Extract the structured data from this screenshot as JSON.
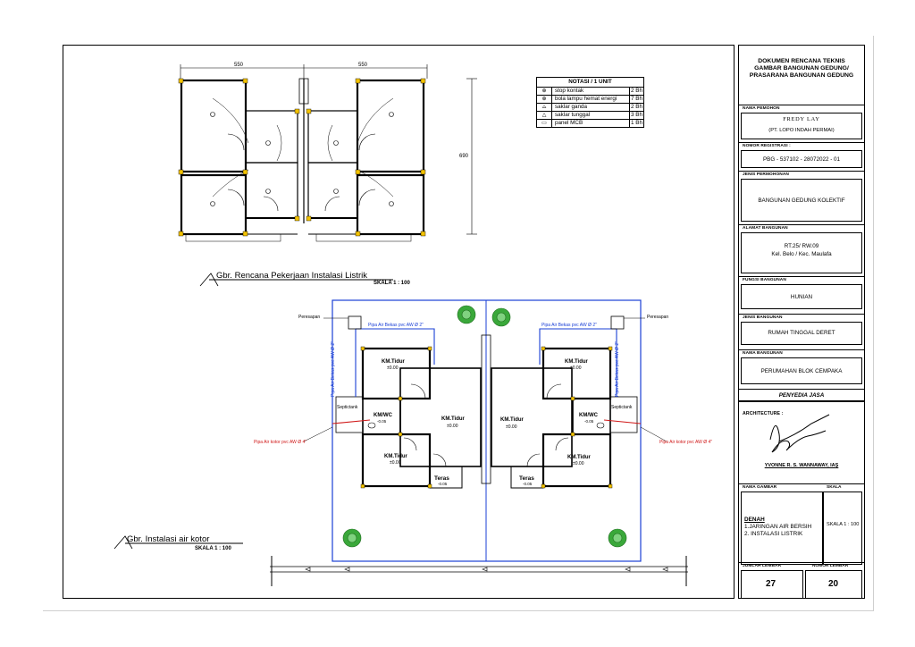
{
  "notasi": {
    "title": "NOTASI / 1 UNIT",
    "rows": [
      {
        "icon": "⊕",
        "label": "stop kontak",
        "qty": "2 Bh"
      },
      {
        "icon": "⊕",
        "label": "bola lampu hemat energi",
        "qty": "7 Bh"
      },
      {
        "icon": "⌓",
        "label": "saklar ganda",
        "qty": "2 Bh"
      },
      {
        "icon": "△",
        "label": "saklar tunggal",
        "qty": "3 Bh"
      },
      {
        "icon": "▭",
        "label": "panel MCB",
        "qty": "1 Bh"
      }
    ]
  },
  "plan_top": {
    "dim_left": "550",
    "dim_right": "550",
    "dim_height": "690",
    "title": "Gbr. Rencana Pekerjaan Instalasi Listrik",
    "scale": "SKALA 1 : 100"
  },
  "plan_bottom": {
    "title": "Gbr. Instalasi air kotor",
    "scale": "SKALA 1 : 100",
    "peresapan_left": "Peresapan",
    "peresapan_right": "Peresapan",
    "pipe_top_left": "Pipa Air Bekas pvc AW Ø 2\"",
    "pipe_top_right": "Pipa Air Bekas pvc AW Ø 2\"",
    "pipe_vert_left": "Pipa Air Bekas pvc AW Ø 2\"",
    "pipe_vert_right": "Pipa Air Bekas pvc AW Ø 2\"",
    "pipe_kotor_left": "Pipa Air kotor pvc AW Ø 4\"",
    "pipe_kotor_right": "Pipa Air kotor pvc AW Ø 4\"",
    "septic_left": "Septictank",
    "septic_right": "Septictank",
    "rooms": {
      "km_tidur_1": "KM.Tidur",
      "km_tidur_1_lvl": "±0.00",
      "km_tidur_2": "KM.Tidur",
      "km_tidur_2_lvl": "±0.00",
      "km_tidur_3": "KM.Tidur",
      "km_tidur_3_lvl": "±0.00",
      "km_tidur_4": "KM.Tidur",
      "km_tidur_4_lvl": "±0.00",
      "km_tidur_5": "KM.Tidur",
      "km_tidur_5_lvl": "±0.00",
      "km_tidur_6": "KM.Tidur",
      "km_tidur_6_lvl": "±0.00",
      "kmwc_left": "KM/WC",
      "kmwc_left_lvl": "-0.05",
      "kmwc_right": "KM/WC",
      "kmwc_right_lvl": "-0.05",
      "teras_left": "Teras",
      "teras_left_lvl": "-0.05",
      "teras_right": "Teras",
      "teras_right_lvl": "-0.05"
    }
  },
  "title_block": {
    "header": [
      "DOKUMEN RENCANA TEKNIS",
      "GAMBAR BANGUNAN GEDUNG/",
      "PRASARANA BANGUNAN GEDUNG"
    ],
    "nama_pemohon_label": "NAMA PEMOHON",
    "nama_pemohon": "FREDY  LAY",
    "perusahaan": "(PT. LOPO INDAH PERMAI)",
    "nomor_registrasi_label": "NOMOR REGISTRASI :",
    "nomor_registrasi": "PBG - 537102 - 28072022 - 01",
    "jenis_permohonan_label": "JENIS PERMOHONAN",
    "jenis_permohonan": "BANGUNAN GEDUNG KOLEKTIF",
    "alamat_label": "ALAMAT BANGUNAN",
    "alamat_1": "RT.25/ RW.09",
    "alamat_2": "Kel. Belo / Kec. Maulafa",
    "fungsi_label": "FUNGSI BANGUNAN",
    "fungsi": "HUNIAN",
    "jenis_bangunan_label": "JENIS BANGUNAN",
    "jenis_bangunan": "RUMAH TINGGAL DERET",
    "nama_bangunan_label": "NAMA BANGUNAN",
    "nama_bangunan": "PERUMAHAN BLOK CEMPAKA",
    "penyedia_jasa": "PENYEDIA JASA",
    "architecture_label": "ARCHITECTURE :",
    "architect": "YVONNE R. S. WANNAWAY, IAŞ",
    "nama_gambar_label": "NAMA GAMBAR",
    "skala_label": "SKALA",
    "nama_gambar_title": "DENAH",
    "nama_gambar_1": "1.JARINGAN AIR BERSIH",
    "nama_gambar_2": "2. INSTALASI LISTRIK",
    "skala": "SKALA 1 : 100",
    "jumlah_lembar_label": "JUMLAH LEMBAR",
    "nomor_lembar_label": "NOMOR LEMBAR",
    "jumlah_lembar": "27",
    "nomor_lembar": "20"
  },
  "colors": {
    "pipe_blue": "#1a3fd6",
    "pipe_red": "#d01818",
    "column_yellow": "#f2c200",
    "tree_green": "#3aa83a"
  }
}
